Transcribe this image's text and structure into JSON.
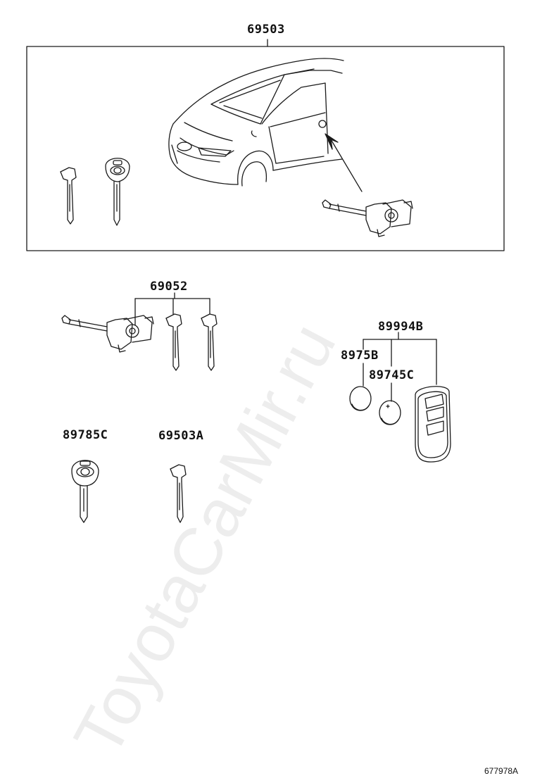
{
  "labels": {
    "kit_main": "69503",
    "cylinder_set": "69052",
    "transmitter_kit": "89994B",
    "battery_a": "8975B",
    "battery_b": "89745C",
    "master_key": "89785C",
    "sub_key": "69503A"
  },
  "watermark": "ToyotaCarMir.ru",
  "drawing_ref": "677978A",
  "colors": {
    "line": "#1a1a1a",
    "watermark": "#000000"
  }
}
